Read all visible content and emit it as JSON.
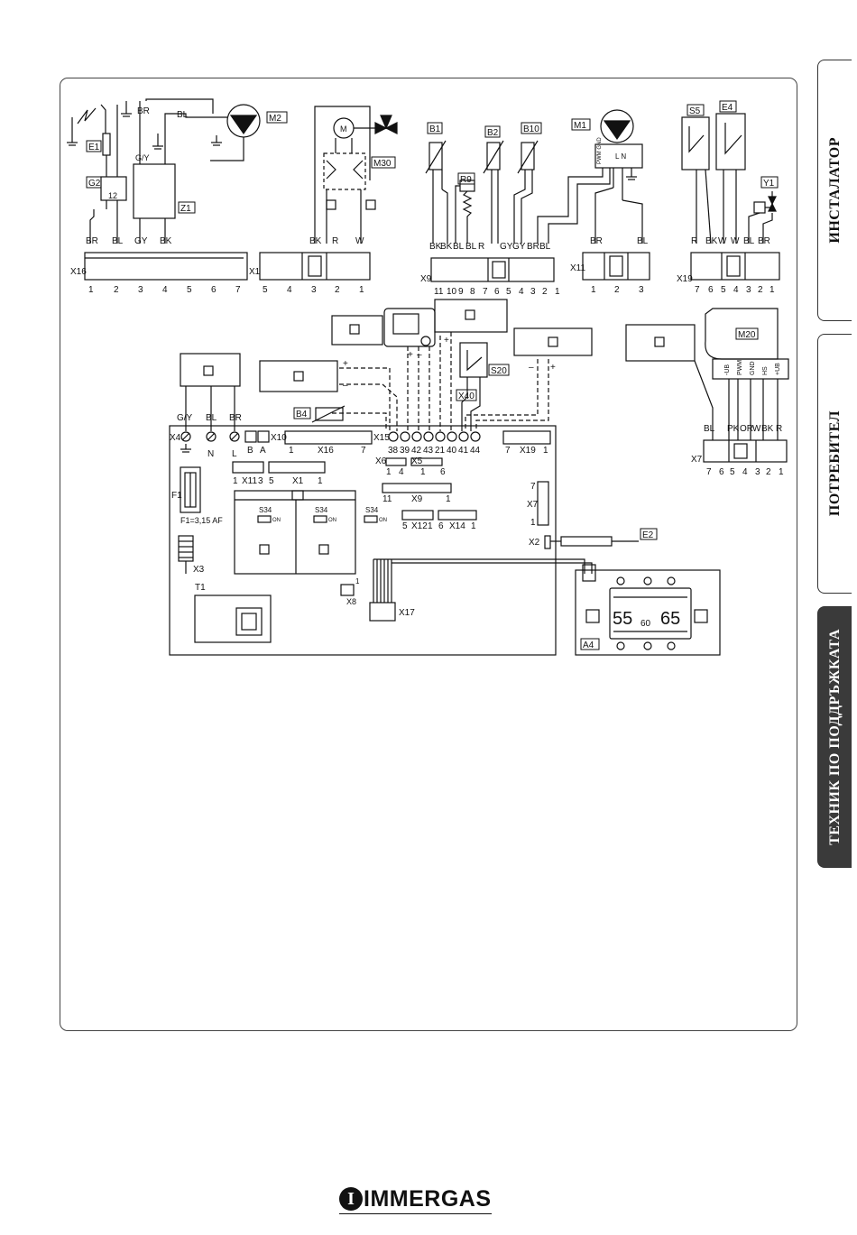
{
  "side_tabs": [
    {
      "label": "ИНСТАЛАТОР"
    },
    {
      "label": "ПОТРЕБИТЕЛ"
    },
    {
      "label": "ТЕХНИК ПО ПОДДРЪЖКАТА"
    }
  ],
  "brand": {
    "name": "IMMERGAS"
  },
  "diagram": {
    "components": {
      "E1": "E1",
      "G2": "G2",
      "G2_pins": "12",
      "Z1": "Z1",
      "M2": "M2",
      "M30": "M30",
      "M": "M",
      "B1": "B1",
      "R9": "R9",
      "B2": "B2",
      "B10": "B10",
      "M1": "M1",
      "M1_pins": "L N",
      "M1_pwm": "PWM GND",
      "S5": "S5",
      "E4": "E4",
      "Y1": "Y1",
      "M20": "M20",
      "B4": "B4",
      "S20": "S20",
      "X40": "X40",
      "E2": "E2",
      "A4": "A4",
      "F1": "F1",
      "F1_rating": "F1=3,15  AF",
      "T1": "T1",
      "X3": "X3",
      "X8": "X8",
      "X8_pin": "1",
      "X17": "X17",
      "S34": "S34",
      "on": "ON",
      "A4_temp1": "55",
      "A4_temp2": "65",
      "A4_temp3": "60"
    },
    "connectors": {
      "X16": {
        "label": "X16",
        "pins": [
          "1",
          "2",
          "3",
          "4",
          "5",
          "6",
          "7"
        ],
        "wires": [
          "BR",
          "BL",
          "GY",
          "BK"
        ]
      },
      "X1": {
        "label": "X1",
        "pins": [
          "5",
          "4",
          "3",
          "2",
          "1"
        ],
        "wires": [
          "BK",
          "R",
          "W"
        ]
      },
      "X9": {
        "label": "X9",
        "pins": [
          "11",
          "10",
          "9",
          "8",
          "7",
          "6",
          "5",
          "4",
          "3",
          "2",
          "1"
        ],
        "wires": [
          "BK",
          "BK",
          "BL",
          "BL",
          "R",
          "GY",
          "GY",
          "BR",
          "BL"
        ]
      },
      "X11": {
        "label": "X11",
        "pins": [
          "1",
          "2",
          "3"
        ],
        "wires": [
          "BR",
          "BL"
        ]
      },
      "X19": {
        "label": "X19",
        "pins": [
          "7",
          "6",
          "5",
          "4",
          "3",
          "2",
          "1"
        ],
        "wires": [
          "R",
          "BK",
          "W",
          "W",
          "BL",
          "BR"
        ]
      },
      "X7": {
        "label": "X7",
        "pins": [
          "7",
          "6",
          "5",
          "4",
          "3",
          "2",
          "1"
        ],
        "wires": [
          "BL",
          "PK",
          "OR",
          "W",
          "BK",
          "R"
        ]
      }
    },
    "top_wires": {
      "Z1_gy": "G/Y",
      "M2_br": "BR",
      "M2_bl": "BL"
    },
    "M20_pins": [
      "-UB",
      "PWM",
      "GND",
      "HS",
      "+UB"
    ],
    "board": {
      "X4": {
        "label": "X4",
        "wires": [
          "G/Y",
          "BL",
          "BR"
        ],
        "terminals": [
          "N",
          "L"
        ]
      },
      "X10": {
        "label": "X10",
        "terminals": [
          "B",
          "A"
        ]
      },
      "X16": {
        "label": "X16",
        "pins": [
          "1",
          "7"
        ]
      },
      "X15": {
        "label": "X15",
        "pins": [
          "38",
          "39",
          "42",
          "43",
          "21",
          "40",
          "41",
          "44"
        ]
      },
      "X19": {
        "label": "X19",
        "pins": [
          "7",
          "1"
        ]
      },
      "X11": {
        "label": "X11",
        "pins": [
          "1",
          "3"
        ]
      },
      "X1": {
        "label": "X1",
        "pins": [
          "5",
          "1"
        ]
      },
      "X6": {
        "label": "X6",
        "pins": [
          "1",
          "4"
        ]
      },
      "X5": {
        "label": "X5",
        "pins": [
          "1",
          "6"
        ]
      },
      "X9": {
        "label": "X9",
        "pins": [
          "11",
          "1"
        ]
      },
      "X12": {
        "label": "X12",
        "pins": [
          "5",
          "1"
        ]
      },
      "X14": {
        "label": "X14",
        "pins": [
          "6",
          "1"
        ]
      },
      "X7": {
        "label": "X7",
        "pins": [
          "7",
          "1"
        ]
      },
      "X2": {
        "label": "X2"
      }
    },
    "polarity": {
      "plus": "+",
      "minus": "–"
    }
  }
}
